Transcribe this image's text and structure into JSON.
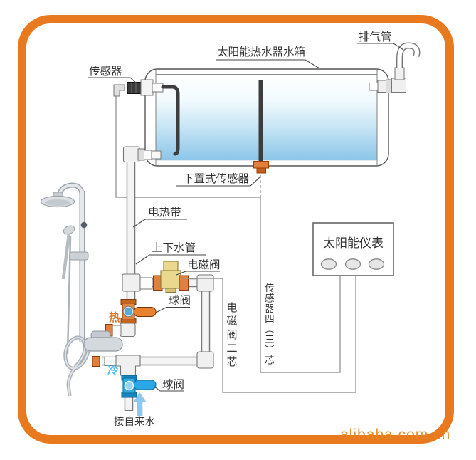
{
  "tank": {
    "label": "太阳能热水器水箱",
    "exhaust_label": "排气管",
    "sensor_label": "传感器",
    "bottom_sensor_label": "下置式传感器"
  },
  "plumbing": {
    "heating_tape_label": "电热带",
    "water_pipe_label": "上下水管",
    "solenoid_valve_label": "电磁阀",
    "hot_ball_valve_label": "球阀",
    "cold_ball_valve_label": "球阀",
    "hot_label": "热",
    "cold_label": "冷",
    "tap_water_label": "接自来水"
  },
  "controller": {
    "title": "太阳能仪表",
    "sensor_wire_label": "传感器四（三）芯",
    "solenoid_wire_label": "电磁阀二芯"
  },
  "watermark": "alibaba.com.cn",
  "colors": {
    "border": "#E8791E",
    "water_deep": "#8CC6E8",
    "fitting_orange": "#E0803C",
    "solenoid_yellow": "#EBD88F",
    "cold_valve_blue": "#32A9E1",
    "hot_text": "#E07828",
    "cold_text": "#52BEEC",
    "arrow_blue": "#8CC8F0",
    "watermark_orange": "#E8871F"
  }
}
